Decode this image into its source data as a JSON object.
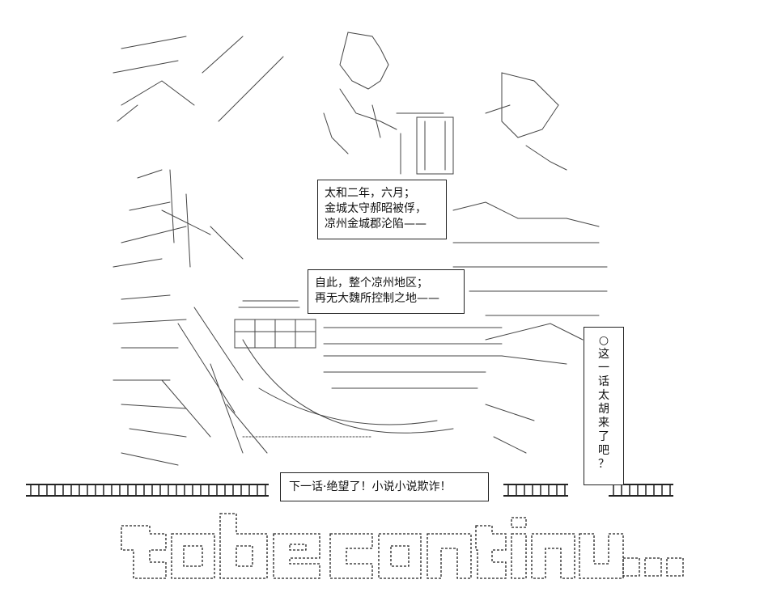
{
  "captions": {
    "caption_1": [
      "太和二年，六月；",
      "金城太守郝昭被俘，",
      "凉州金城郡沦陷——"
    ],
    "caption_2": [
      "自此，整个凉州地区；",
      "再无大魏所控制之地——"
    ],
    "side_question": [
      "○",
      "这",
      "一",
      "话",
      "太",
      "胡",
      "来",
      "了",
      "吧",
      "？"
    ],
    "next_episode": "下一话·绝望了！小说小说欺诈！"
  },
  "colors": {
    "ink": "#222222",
    "paper": "#ffffff"
  }
}
